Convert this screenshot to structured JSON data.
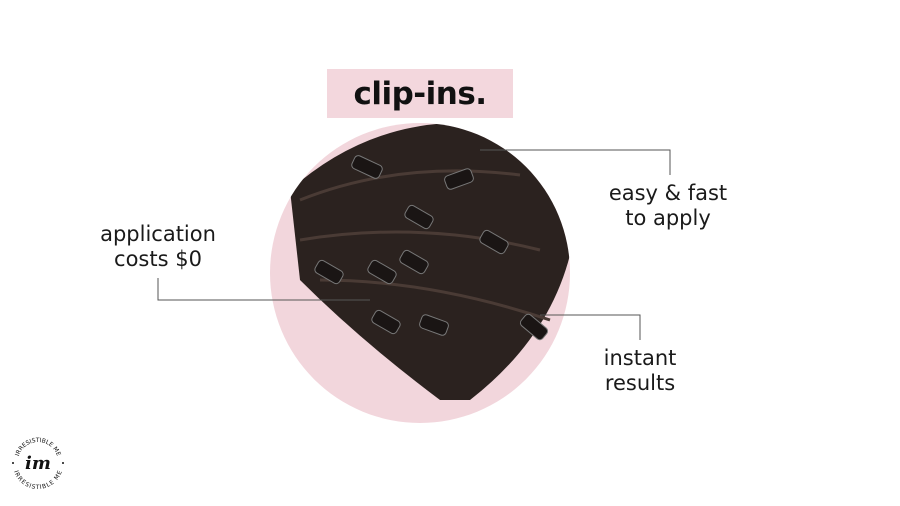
{
  "title": "clip-ins.",
  "callouts": {
    "left": [
      "application",
      "costs $0"
    ],
    "top_right": [
      "easy & fast",
      "to apply"
    ],
    "bottom_right": [
      "instant",
      "results"
    ]
  },
  "logo": {
    "text": "IRRESISTIBLE ME",
    "monogram": "im"
  },
  "colors": {
    "accent_pink": "#f2d6dc",
    "hair": "#2a211e",
    "text": "#1a1a1a"
  }
}
